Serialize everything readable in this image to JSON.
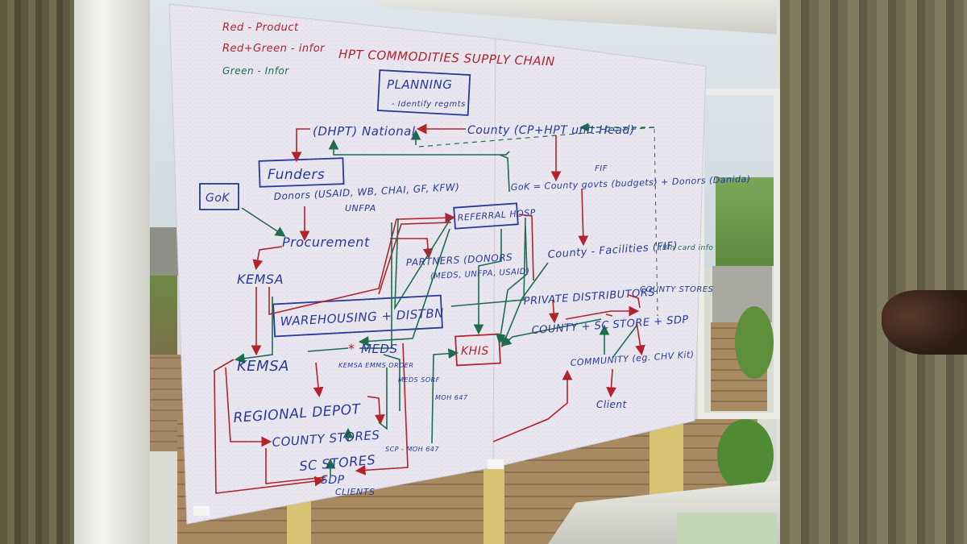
{
  "colors": {
    "red": "#b2232c",
    "blue": "#263a9c",
    "green": "#1f6b4e",
    "paper": "#e9e6f0",
    "curtain": "#6e6a50",
    "frame": "#f1f1ec",
    "brick": "#a78a62"
  },
  "legend": {
    "red": "Red - Product",
    "red_green": "Red+Green - infor",
    "green": "Green - Infor"
  },
  "title": "HPT COMMODITIES SUPPLY CHAIN",
  "nodes": {
    "planning": "PLANNING",
    "planning_sub": "- Identify regmts",
    "national": "(DHPT) National",
    "county_top": "County (CP+HPT unit Head)",
    "funders": "Funders",
    "gok_funding": "GoK = County govts (budgets) + Donors (Danida)",
    "fif_top": "FIF",
    "gok": "GoK",
    "donors": "Donors (USAID, WB, CHAI, GF, KFW)",
    "unfpa": "UNFPA",
    "referral_hosp": "REFERRAL HOSP",
    "procurement": "Procurement",
    "partners": "PARTNERS (DONORS",
    "partners_sub": "(MEDS, UNFPA, USAID)",
    "county_facilities": "County - Facilities (FIF)",
    "cost_info": "(Bin card info",
    "kemsa_top": "KEMSA",
    "private_distributors": "PRIVATE DISTRIBUTORS",
    "county_stores_right": "COUNTY STORES",
    "warehousing": "WAREHOUSING + DISTBN",
    "county_sc_store": "COUNTY + SC STORE + SDP",
    "kemsa": "KEMSA",
    "meds": "MEDS",
    "khis": "KHIS",
    "community": "COMMUNITY (eg. CHV Kit)",
    "kemsa_emms": "KEMSA EMMS ORDER",
    "meds_sorf": "MEDS SORF",
    "moh_647": "MOH 647",
    "client": "Client",
    "regional_depot": "REGIONAL DEPOT",
    "county_stores": "COUNTY STORES",
    "sc_stores": "SC STORES",
    "scp_moh": "SCP - MOH 647",
    "sdp": "SDP",
    "clients": "CLIENTS"
  }
}
